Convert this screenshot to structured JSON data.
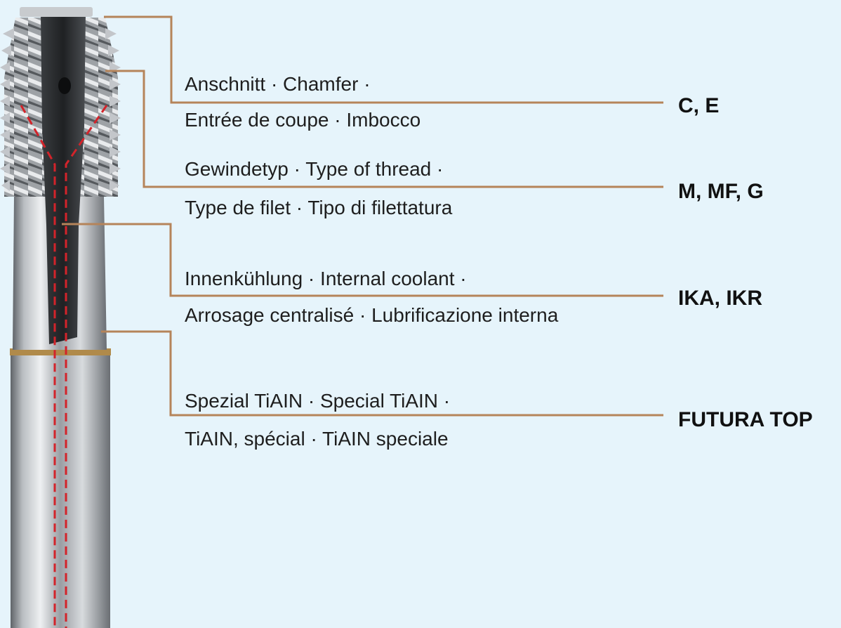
{
  "colors": {
    "background": "#e6f4fb",
    "leader_line": "#b5845a",
    "coolant_channel": "#d3232a",
    "coating_band": "#b08a4a",
    "text": "#1e1e1e"
  },
  "callouts": [
    {
      "line1": "Anschnitt · Chamfer ·",
      "line2": "Entrée de coupe · Imbocco",
      "code": "C, E"
    },
    {
      "line1": "Gewindetyp · Type of thread ·",
      "line2": "Type de filet · Tipo di filettatura",
      "code": "M, MF, G"
    },
    {
      "line1": "Innenkühlung · Internal coolant ·",
      "line2": "Arrosage centralisé · Lubrificazione interna",
      "code": "IKA, IKR"
    },
    {
      "line1": "Spezial TiAIN · Special TiAIN ·",
      "line2": "TiAIN, spécial · TiAIN speciale",
      "code": "FUTURA TOP"
    }
  ]
}
